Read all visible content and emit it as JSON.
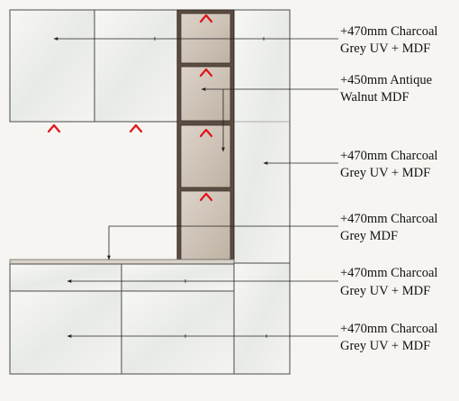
{
  "labels": [
    {
      "line1": "+470mm Charcoal",
      "line2": "Grey UV + MDF"
    },
    {
      "line1": "+450mm Antique",
      "line2": "Walnut MDF"
    },
    {
      "line1": "+470mm Charcoal",
      "line2": "Grey UV + MDF"
    },
    {
      "line1": "+470mm Charcoal",
      "line2": "Grey MDF"
    },
    {
      "line1": "+470mm Charcoal",
      "line2": "Grey UV + MDF"
    },
    {
      "line1": "+470mm Charcoal",
      "line2": "Grey UV + MDF"
    }
  ],
  "colors": {
    "background": "#f6f5f1",
    "charcoal_uv_panel": "#e9ebe7",
    "walnut_frame": "#5c4d42",
    "walnut_panel": "#cbbfb3",
    "hinge_marker": "#e0141a",
    "worktop": "#d9d3c8"
  }
}
